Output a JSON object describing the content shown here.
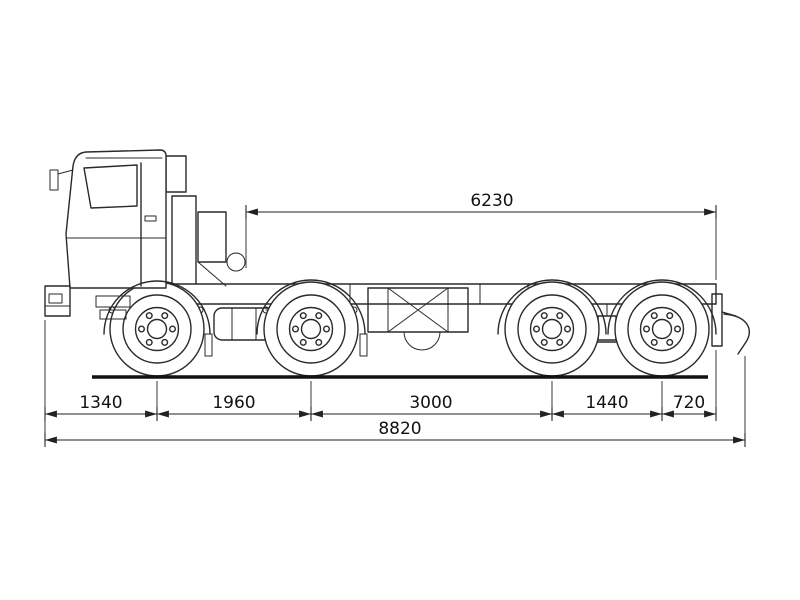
{
  "drawing": {
    "type": "technical-side-view-diagram",
    "subject": "four-axle truck chassis (8x4) side elevation with dimension chain",
    "colors": {
      "line": "#2a2a2a",
      "dimension_line": "#222222",
      "text": "#111111",
      "background": "#ffffff",
      "ground": "#111111"
    }
  },
  "dimensions": {
    "frame_length": "6230",
    "front_overhang": "1340",
    "axle_1_2": "1960",
    "axle_2_3": "3000",
    "axle_3_4": "1440",
    "rear_overhang": "720",
    "overall_length": "8820"
  }
}
